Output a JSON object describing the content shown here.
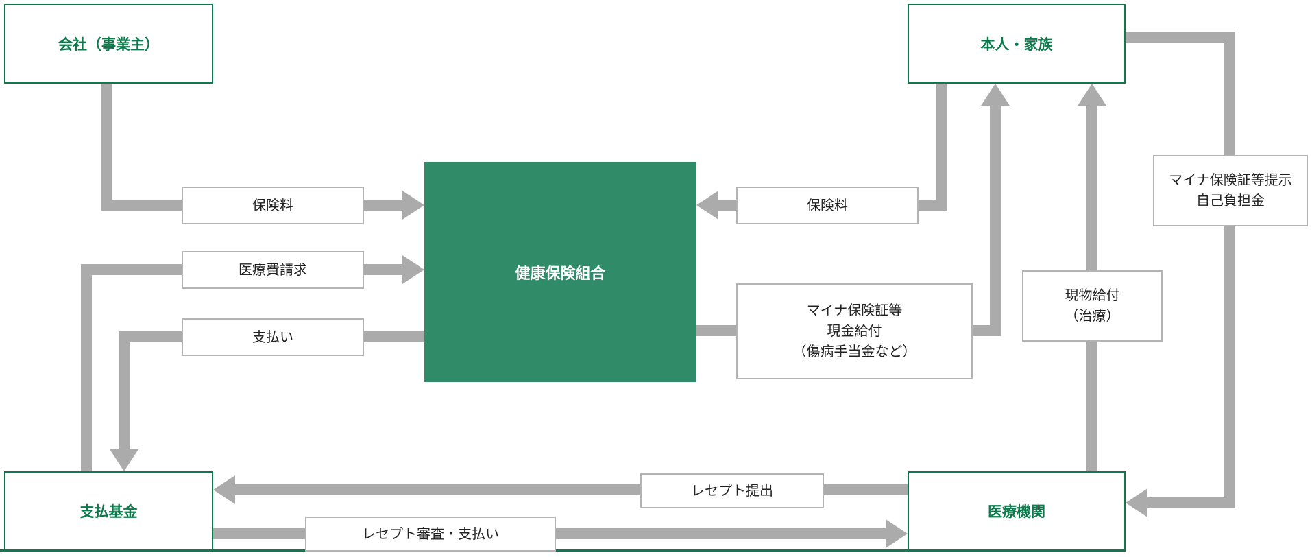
{
  "nodes": {
    "company": "会社（事業主）",
    "member": "本人・家族",
    "kenpo": "健康保険組合",
    "fund": "支払基金",
    "medical": "医療機関"
  },
  "flows": {
    "premium_left": "保険料",
    "premium_right": "保険料",
    "medical_claim": "医療費請求",
    "payment": "支払い",
    "cash_benefit": "マイナ保険証等\n現金給付\n（傷病手当金など）",
    "benefit_in_kind": "現物給付\n（治療）",
    "card_copay": "マイナ保険証等提示\n自己負担金",
    "receipt_submit": "レセプト提出",
    "receipt_review": "レセプト審査・支払い"
  },
  "colors": {
    "brand_green": "#2F8B68",
    "border_green": "#0D7A4C",
    "arrow_gray": "#ABABAB",
    "label_border": "#B3B3B3",
    "text": "#222222"
  }
}
